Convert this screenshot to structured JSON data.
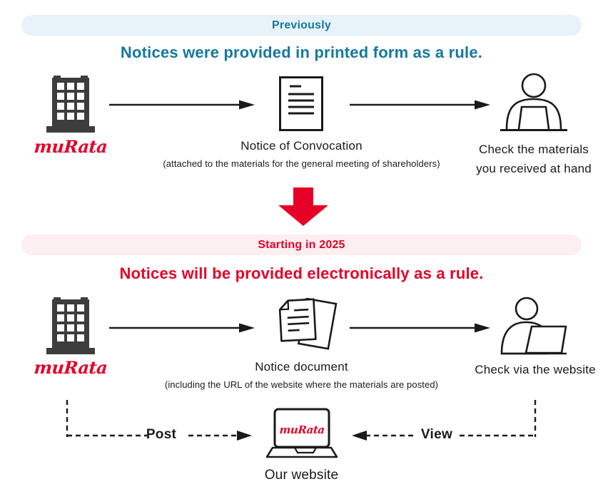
{
  "sections": {
    "previous": {
      "banner_label": "Previously",
      "heading": "Notices were provided in printed form as a rule.",
      "company_logo": "muRata",
      "document_label": "Notice of Convocation",
      "document_note": "(attached to the materials for the general meeting of shareholders)",
      "receiver_line1": "Check the materials",
      "receiver_line2": "you received at hand"
    },
    "current": {
      "banner_label": "Starting in 2025",
      "heading": "Notices will be provided electronically as a rule.",
      "company_logo": "muRata",
      "document_label": "Notice document",
      "document_note": "(including the URL of the website where the materials are posted)",
      "receiver_label": "Check via the website"
    },
    "bottom": {
      "post_label": "Post",
      "view_label": "View",
      "website_label": "Our website",
      "website_logo": "muRata"
    }
  },
  "colors": {
    "teal": "#1578a2",
    "teal_bg": "#e7f3f9",
    "red": "#e60027",
    "red_bg": "#fdeef1",
    "icon_dark": "#3d3d3d",
    "line_dark": "#1a1a1a"
  }
}
